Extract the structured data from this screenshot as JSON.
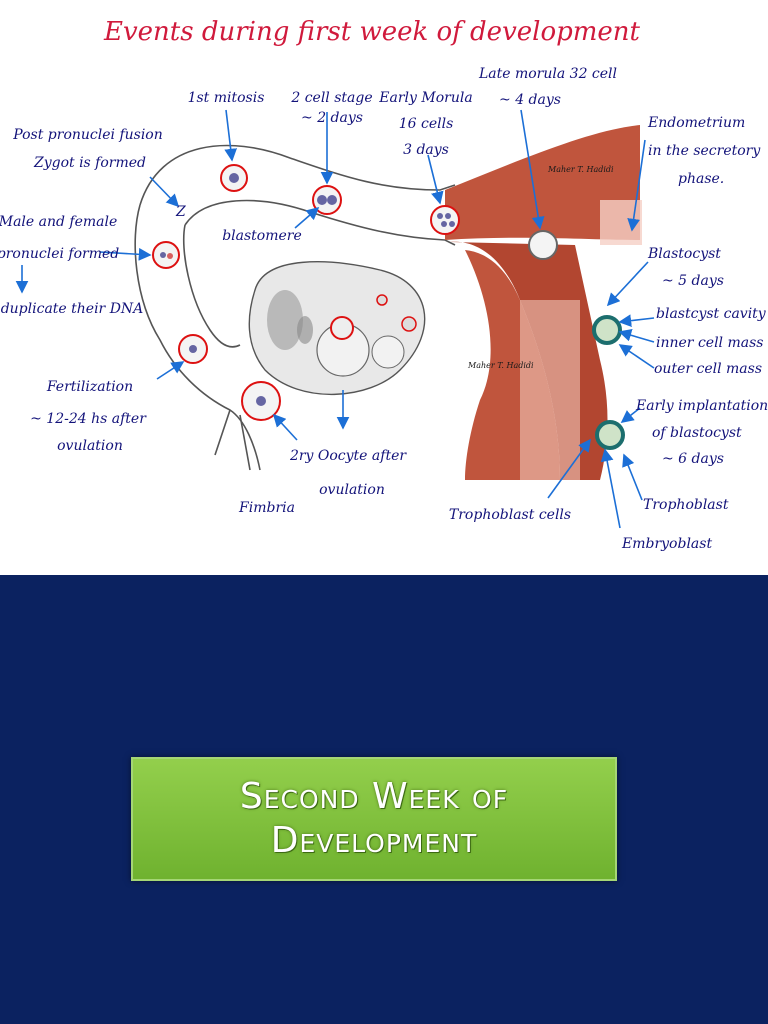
{
  "diagram": {
    "title": "Events during first week of development",
    "labels": {
      "first_mitosis": "1st mitosis",
      "two_cell_a": "2 cell stage",
      "two_cell_b": "~ 2 days",
      "early_morula_a": "Early Morula",
      "early_morula_b": "16 cells",
      "early_morula_c": "3 days",
      "late_morula_a": "Late morula 32 cell",
      "late_morula_b": "~ 4 days",
      "endometrium_a": "Endometrium",
      "endometrium_b": "in the secretory",
      "endometrium_c": "phase.",
      "post_pronuclei_a": "Post pronuclei fusion",
      "post_pronuclei_b": "Zygot is formed",
      "z_mark": "Z",
      "male_female_a": "Male and female",
      "male_female_b": "pronuclei formed",
      "duplicate_dna": "duplicate their DNA",
      "blastomere": "blastomere",
      "blastocyst_a": "Blastocyst",
      "blastocyst_b": "~ 5 days",
      "blastocyst_cavity": "blastcyst cavity",
      "inner_cell_mass": "inner cell mass",
      "outer_cell_mass": "outer cell mass",
      "fertilization_a": "Fertilization",
      "fertilization_b": "~ 12-24 hs after",
      "fertilization_c": "ovulation",
      "early_implant_a": "Early implantation",
      "early_implant_b": "of blastocyst",
      "early_implant_c": "~ 6 days",
      "oocyte_a": "2ry Oocyte after",
      "oocyte_b": "ovulation",
      "trophoblast": "Trophoblast",
      "fimbria": "Fimbria",
      "trophoblast_cells": "Trophoblast cells",
      "embryoblast": "Embryoblast",
      "watermark_1": "Maher T. Hadidi",
      "watermark_2": "Maher T. Hadidi"
    }
  },
  "slide": {
    "title_line1": "Second Week of",
    "title_line2": "Development"
  },
  "colors": {
    "title": "#d01a3c",
    "label": "#13137a",
    "background_bottom": "#0b2260",
    "box_green": "#7dbf3a",
    "endometrium": "#c0553d"
  }
}
